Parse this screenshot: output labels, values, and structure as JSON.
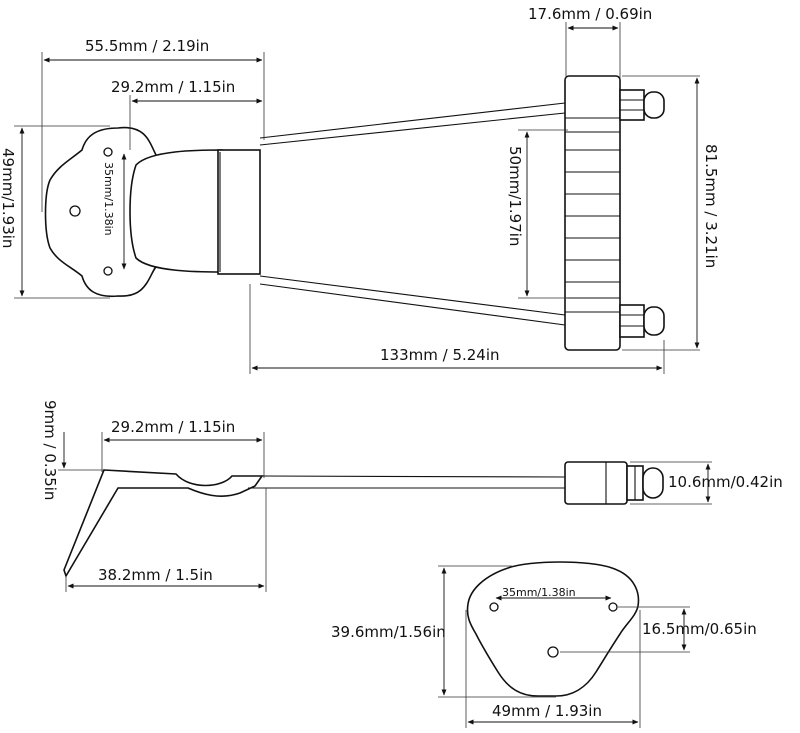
{
  "dimensions": {
    "top_total_length": "55.5mm / 2.19in",
    "top_neck_length": "29.2mm / 1.15in",
    "top_plate_height": "49mm/1.93in",
    "top_hole_spacing": "35mm/1.38in",
    "bar_width": "17.6mm / 0.69in",
    "inner_span": "50mm/1.97in",
    "outer_span": "81.5mm / 3.21in",
    "arm_length": "133mm / 5.24in",
    "side_height": "9mm / 0.35in",
    "side_neck_length": "29.2mm / 1.15in",
    "side_base_length": "38.2mm / 1.5in",
    "side_bar_height": "10.6mm/0.42in",
    "plate_height": "39.6mm/1.56in",
    "plate_hole_spacing": "35mm/1.38in",
    "plate_hole_offset": "16.5mm/0.65in",
    "plate_width": "49mm / 1.93in"
  }
}
